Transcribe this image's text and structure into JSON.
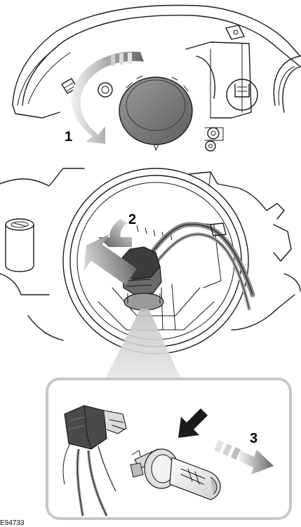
{
  "steps": [
    {
      "label": "1"
    },
    {
      "label": "2"
    },
    {
      "label": "3"
    }
  ],
  "reference_code": "E94733",
  "colors": {
    "line": "#1a1a1a",
    "arrow_dark": "#555555",
    "arrow_light": "#bbbbbb",
    "cap": "#777777",
    "connector": "#444444",
    "bulb_glass": "#e6e6e6",
    "callout_border": "#c8c8c8"
  }
}
